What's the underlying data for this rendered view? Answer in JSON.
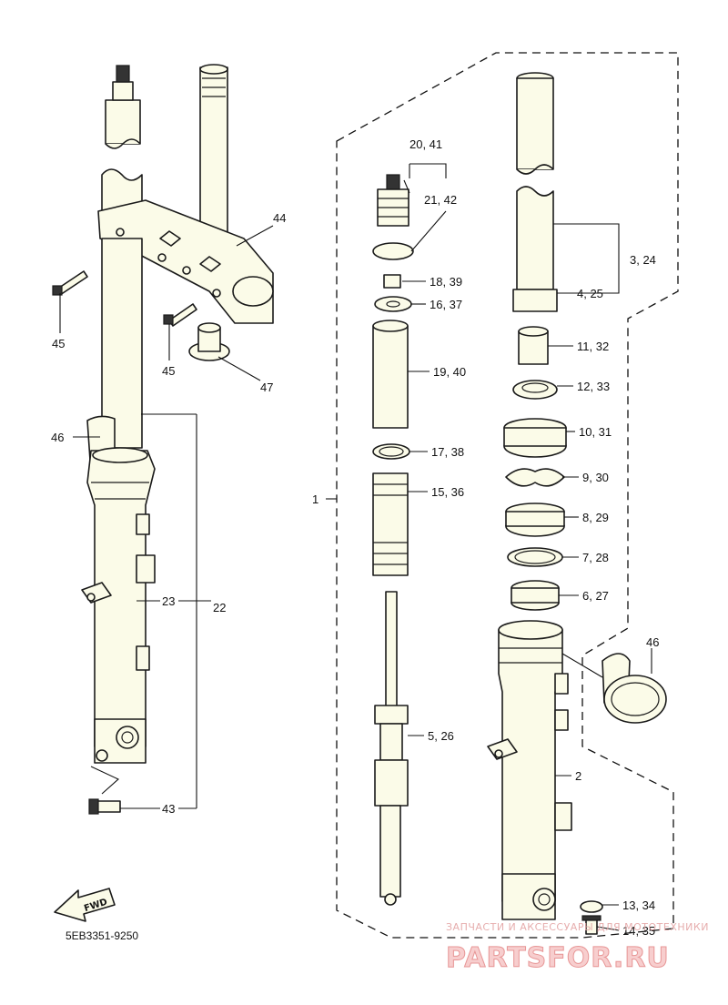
{
  "diagram": {
    "code": "5EB3351-9250",
    "fwd_label": "FWD",
    "callouts": {
      "c1": "1",
      "c2": "2",
      "c3_24": "3, 24",
      "c4_25": "4, 25",
      "c5_26": "5, 26",
      "c6_27": "6, 27",
      "c7_28": "7, 28",
      "c8_29": "8, 29",
      "c9_30": "9, 30",
      "c10_31": "10, 31",
      "c11_32": "11, 32",
      "c12_33": "12, 33",
      "c13_34": "13, 34",
      "c14_35": "14, 35",
      "c15_36": "15, 36",
      "c16_37": "16, 37",
      "c17_38": "17, 38",
      "c18_39": "18, 39",
      "c19_40": "19, 40",
      "c20_41": "20, 41",
      "c21_42": "21, 42",
      "c22": "22",
      "c23": "23",
      "c43": "43",
      "c44": "44",
      "c45a": "45",
      "c45b": "45",
      "c46a": "46",
      "c46b": "46",
      "c47": "47"
    }
  },
  "watermark": {
    "line1": "ЗАПЧАСТИ И АКСЕССУАРЫ ДЛЯ МОТОТЕХНИКИ",
    "line2": "PARTSFOR.RU"
  }
}
